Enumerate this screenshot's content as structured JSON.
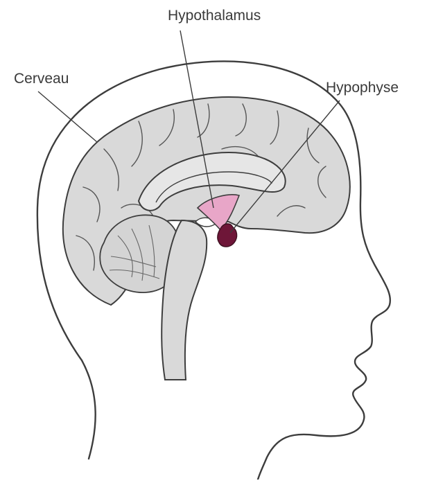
{
  "labels": {
    "hypothalamus": "Hypothalamus",
    "cerveau": "Cerveau",
    "hypophyse": "Hypophyse"
  },
  "colors": {
    "brain_fill": "#d9d9d9",
    "outline": "#3d3d3d",
    "hypothalamus_fill": "#e8a6c8",
    "hypophyse_fill": "#6e1638",
    "background": "#ffffff"
  }
}
